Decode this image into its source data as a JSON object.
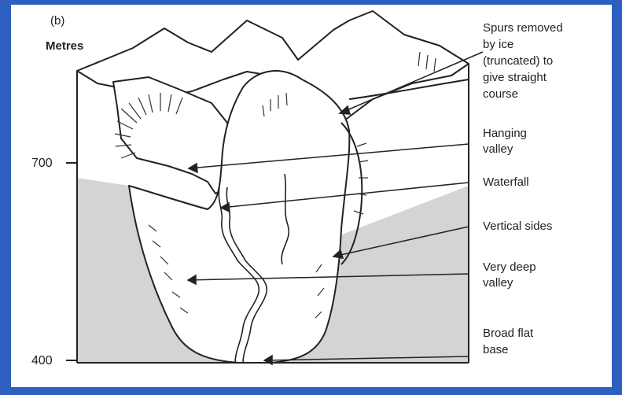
{
  "panel_label": "(b)",
  "axis": {
    "unit": "Metres",
    "ticks": [
      "700",
      "400"
    ]
  },
  "labels": {
    "spurs": [
      "Spurs removed",
      "by ice",
      "(truncated) to",
      "give straight",
      "course"
    ],
    "hanging": [
      "Hanging",
      "valley"
    ],
    "waterfall": [
      "Waterfall"
    ],
    "vertical": [
      "Vertical sides"
    ],
    "deep": [
      "Very deep",
      "valley"
    ],
    "base": [
      "Broad flat",
      "base"
    ]
  },
  "colors": {
    "background": "#2c5fc0",
    "frame": "#ffffff",
    "shade": "#d4d4d4",
    "ink": "#222222"
  }
}
